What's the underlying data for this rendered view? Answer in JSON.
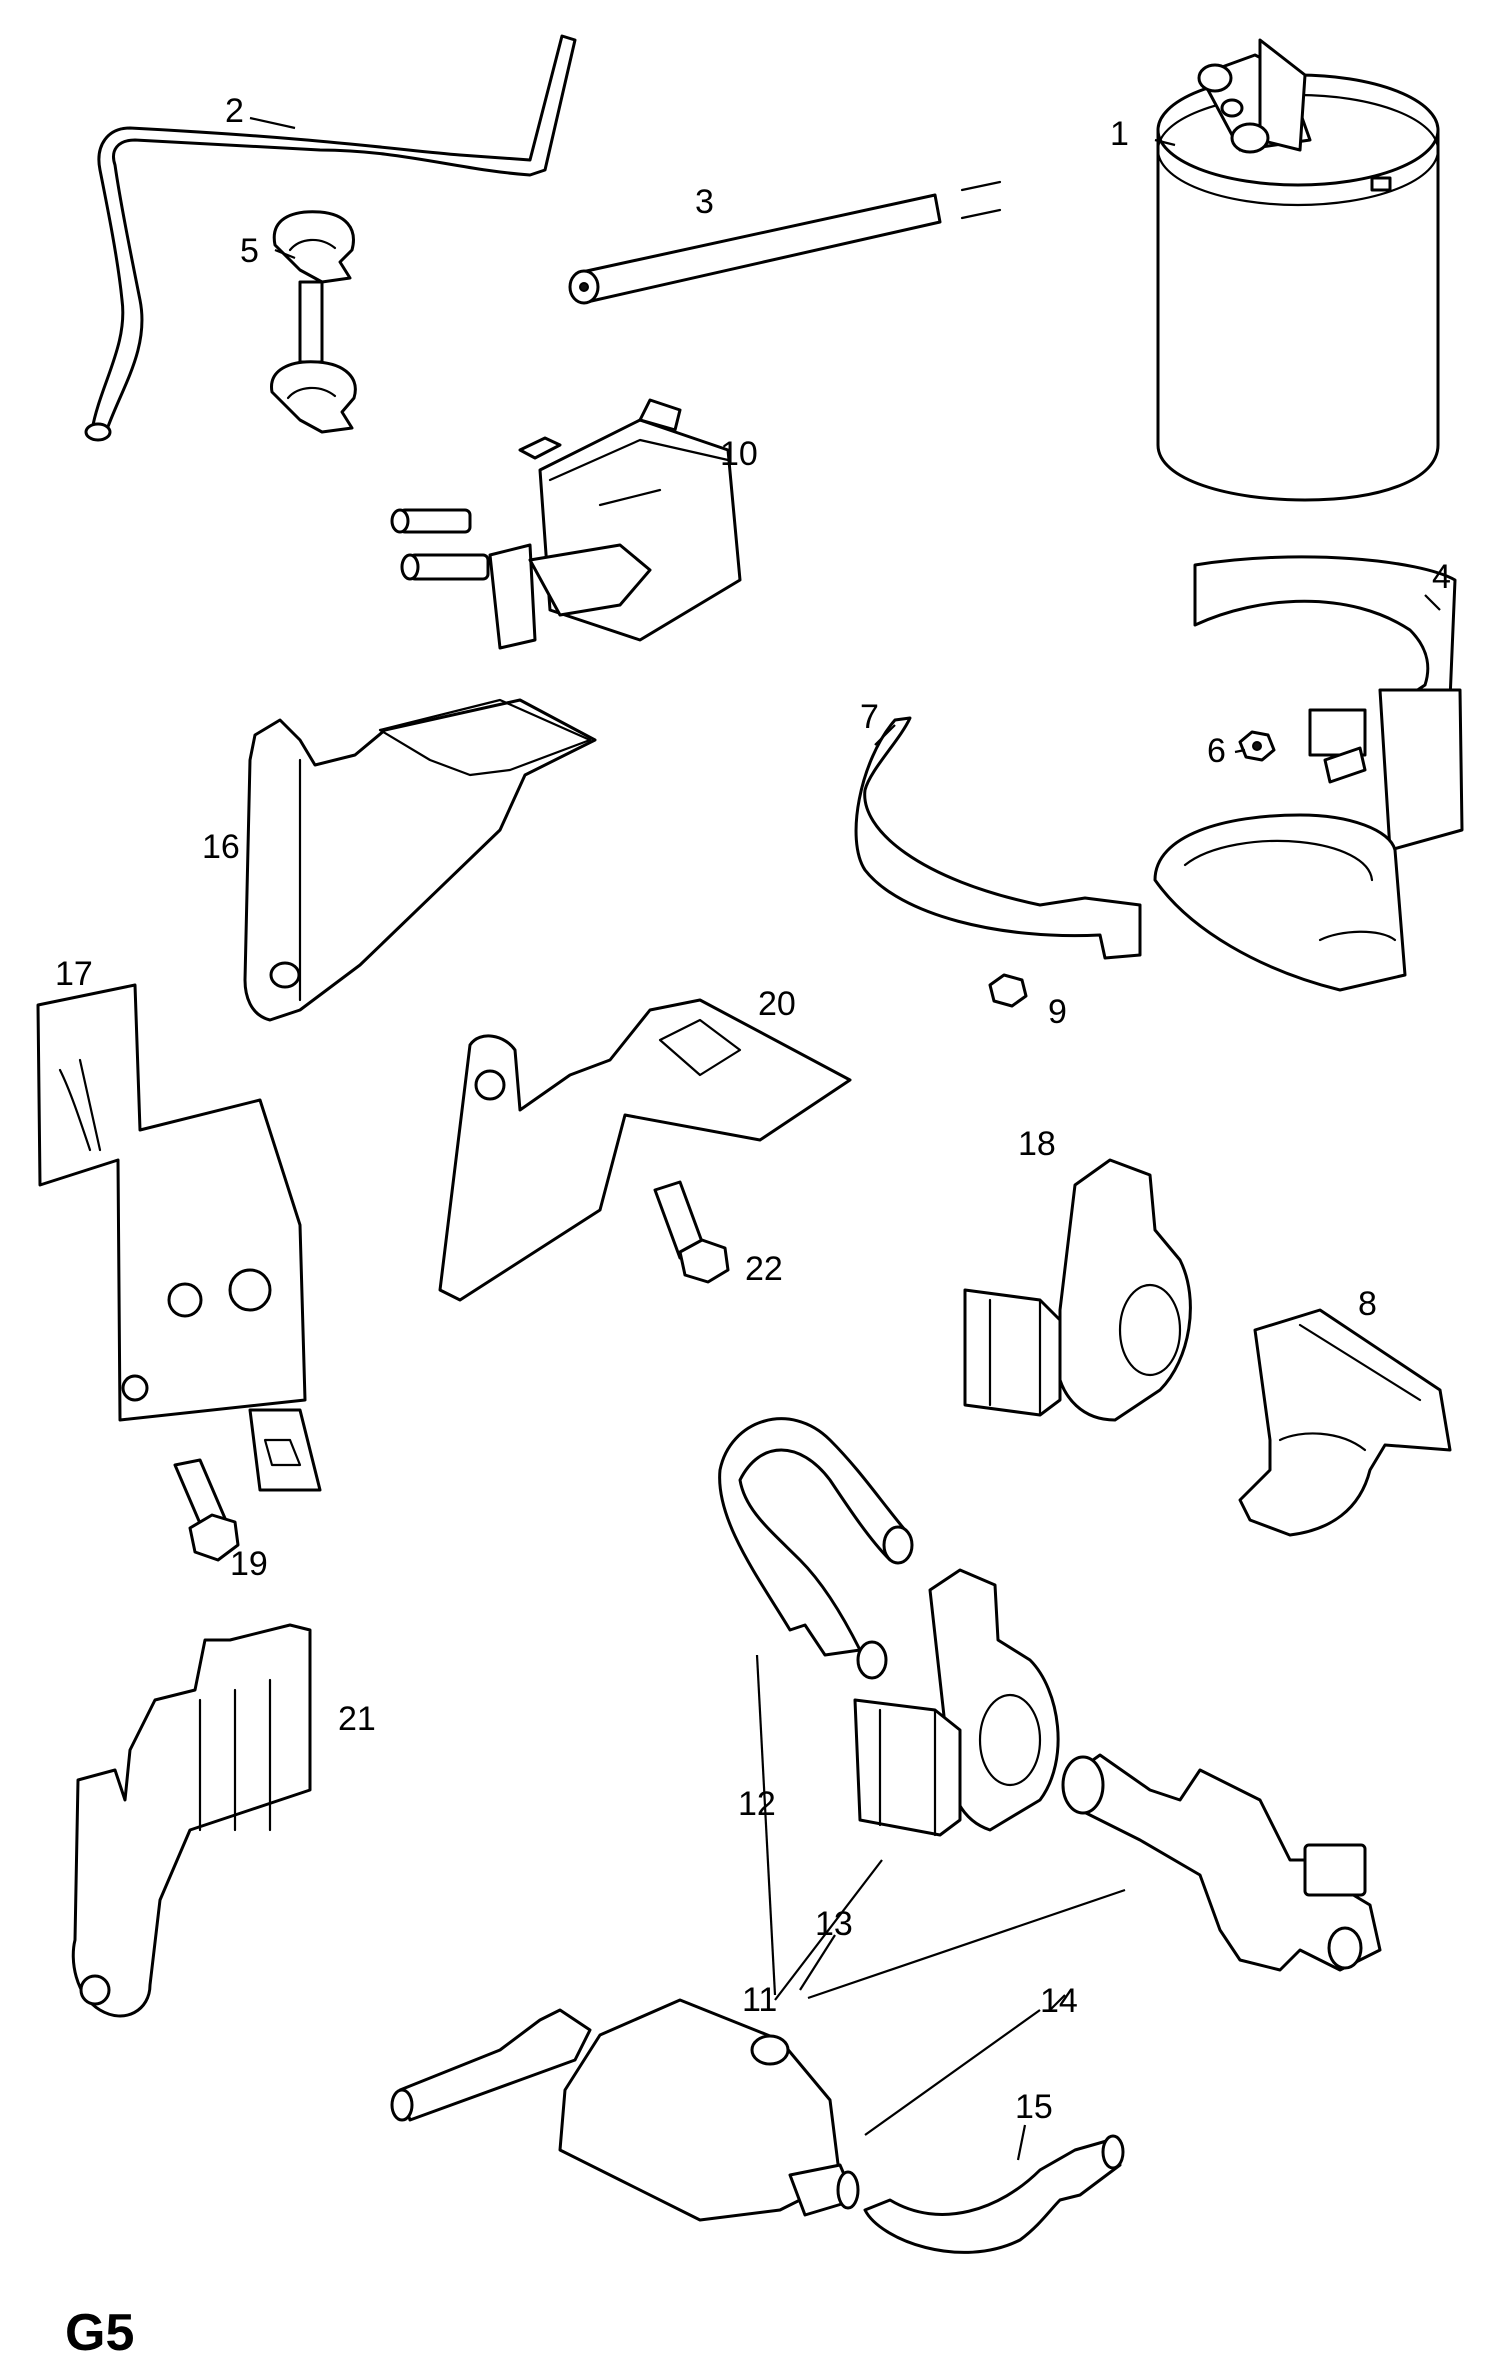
{
  "diagram": {
    "code": "G5",
    "callouts": {
      "c1": "1",
      "c2": "2",
      "c3": "3",
      "c4": "4",
      "c5": "5",
      "c6": "6",
      "c7": "7",
      "c8": "8",
      "c9": "9",
      "c10": "10",
      "c11": "11",
      "c12": "12",
      "c13": "13",
      "c14": "14",
      "c15": "15",
      "c16": "16",
      "c17": "17",
      "c18": "18",
      "c19": "19",
      "c20": "20",
      "c21": "21",
      "c22": "22"
    }
  }
}
